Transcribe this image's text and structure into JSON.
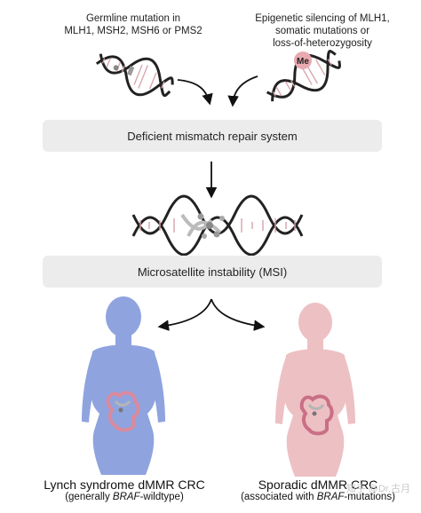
{
  "causes": {
    "germline": [
      "Germline mutation in",
      "MLH1, MSH2, MSH6 or PMS2"
    ],
    "epigenetic": [
      "Epigenetic silencing of MLH1,",
      "somatic mutations or",
      "loss-of-heterozygosity"
    ],
    "methyl_label": "Me"
  },
  "boxes": {
    "dmmr": "Deficient mismatch repair system",
    "msi": "Microsatellite instability (MSI)"
  },
  "outcomes": {
    "lynch": {
      "title": "Lynch syndrome dMMR CRC",
      "sub_prefix": "(generally ",
      "sub_gene": "BRAF",
      "sub_suffix": "-wildtype)",
      "color": "#8fa3df"
    },
    "sporadic": {
      "title": "Sporadic dMMR CRC",
      "sub_prefix": "(associated with ",
      "sub_gene": "BRAF",
      "sub_suffix": "-mutations)",
      "color": "#edc0c3"
    }
  },
  "watermark": "知乎 @Dr.古月"
}
